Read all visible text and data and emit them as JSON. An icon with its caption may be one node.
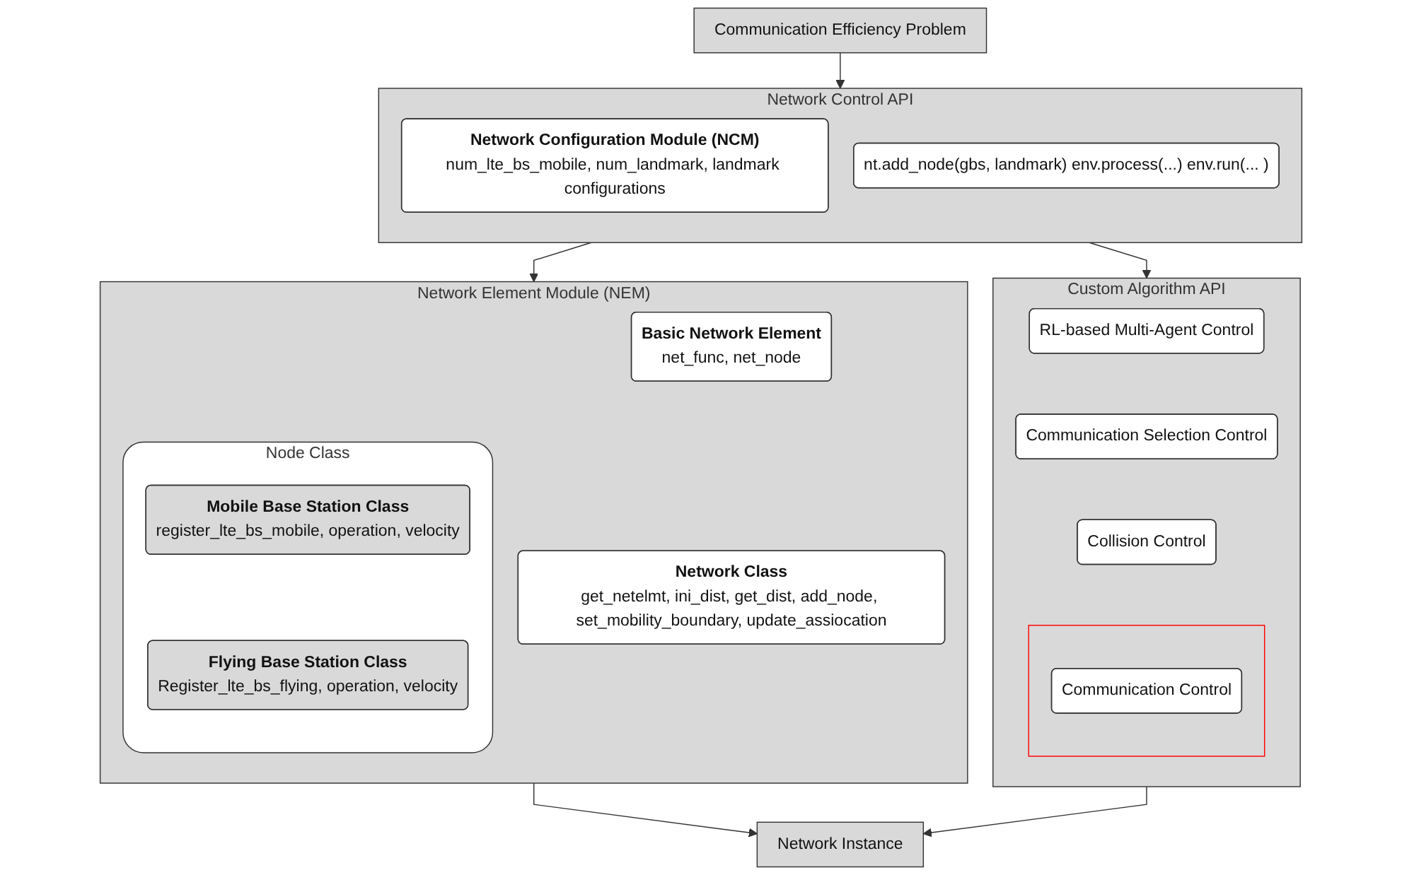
{
  "diagram": {
    "nodes": [
      {
        "text": [
          "Communication Efficiency Problem"
        ]
      },
      {
        "text": [
          "Network Control API"
        ]
      },
      {
        "text": [
          "Network Configuration Module (NCM)",
          "num_lte_bs_mobile, num_landmark, landmark configurations"
        ],
        "in": 1
      },
      {
        "text": [
          "nt.add_node(gbs, landmark) env.process(...) env.run(... )"
        ],
        "in": 1
      },
      {
        "text": [
          "Network Element Module (NEM)"
        ]
      },
      {
        "text": [
          "Basic Network Element",
          "net_func, net_node"
        ],
        "in": 4
      },
      {
        "text": [
          "Network Class",
          "get_netelmt, ini_dist, get_dist, add_node, set_mobility_boundary, update_assiocation"
        ],
        "in": 4
      },
      {
        "text": [
          "Node Class"
        ],
        "in": 4
      },
      {
        "text": [
          "Mobile Base Station Class",
          "register_lte_bs_mobile, operation, velocity"
        ],
        "in": 7
      },
      {
        "text": [
          "Flying Base Station Class",
          "Register_lte_bs_flying, operation, velocity"
        ],
        "in": 7
      },
      {
        "text": [
          "Custom Algorithm API"
        ]
      },
      {
        "text": [
          "RL-based Multi-Agent Control"
        ],
        "in": 10
      },
      {
        "text": [
          "Communication Selection Control"
        ],
        "in": 10
      },
      {
        "text": [
          "Collision Control"
        ],
        "in": 10
      },
      {
        "text": [],
        "shape": "box",
        "in": 10
      },
      {
        "text": [
          "Communication Control"
        ],
        "in": 14
      },
      {
        "text": [
          "Network Instance"
        ]
      }
    ],
    "edges": [
      {
        "from": 0,
        "to": 1,
        "arrow": "to"
      },
      {
        "from": 1,
        "to": 4,
        "arrow": "to"
      },
      {
        "from": 1,
        "to": 10,
        "arrow": "to"
      },
      {
        "from": 4,
        "to": 16,
        "arrow": "to"
      },
      {
        "from": 10,
        "to": 16,
        "arrow": "to"
      }
    ]
  }
}
